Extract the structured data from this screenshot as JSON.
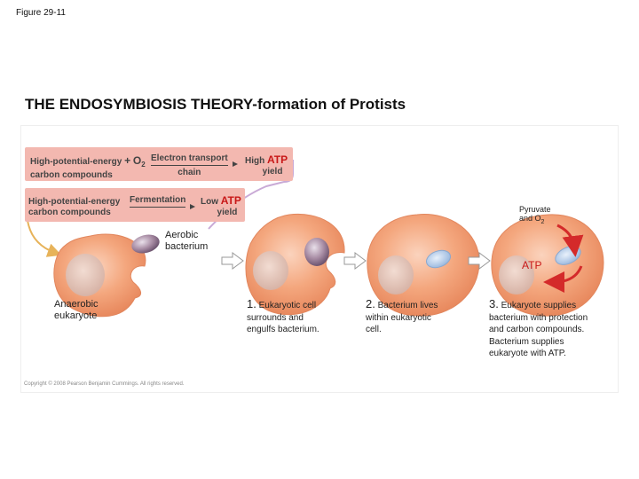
{
  "figure_label": "Figure 29-11",
  "title": "THE ENDOSYMBIOSIS THEORY-formation of Protists",
  "aerobic_box": {
    "input_line1": "High-potential-energy",
    "input_line2": "carbon compounds",
    "plus": "+",
    "o2": "O",
    "o2_sub": "2",
    "process_line1": "Electron transport",
    "process_line2": "chain",
    "yield_high": "High",
    "atp": "ATP",
    "yield_word": "yield"
  },
  "anaerobic_box": {
    "input_line1": "High-potential-energy",
    "input_line2": "carbon compounds",
    "process": "Fermentation",
    "yield_low": "Low",
    "atp": "ATP",
    "yield_word": "yield"
  },
  "labels": {
    "aerobic_line1": "Aerobic",
    "aerobic_line2": "bacterium",
    "anaerobic_line1": "Anaerobic",
    "anaerobic_line2": "eukaryote",
    "pyruvate_line1": "Pyruvate",
    "pyruvate_line2": "and O",
    "pyruvate_sub": "2",
    "atp": "ATP"
  },
  "steps": [
    {
      "num": "1.",
      "lines": [
        "Eukaryotic cell",
        "surrounds and",
        "engulfs bacterium."
      ]
    },
    {
      "num": "2.",
      "lines": [
        "Bacterium lives",
        "within eukaryotic",
        "cell."
      ]
    },
    {
      "num": "3.",
      "lines": [
        "Eukaryote supplies",
        "bacterium with protection",
        "and carbon compounds.",
        "Bacterium supplies",
        "eukaryote with ATP."
      ]
    }
  ],
  "copyright": "Copyright © 2008 Pearson Benjamin Cummings. All rights reserved.",
  "colors": {
    "box_fill": "#f3b8b0",
    "atp_red": "#c81818",
    "cell_orange": "#f4a77e",
    "bacterium_purple": "#a68aa2",
    "arrow_lavender": "#c9aad6",
    "arrow_gold": "#e7b35a"
  }
}
